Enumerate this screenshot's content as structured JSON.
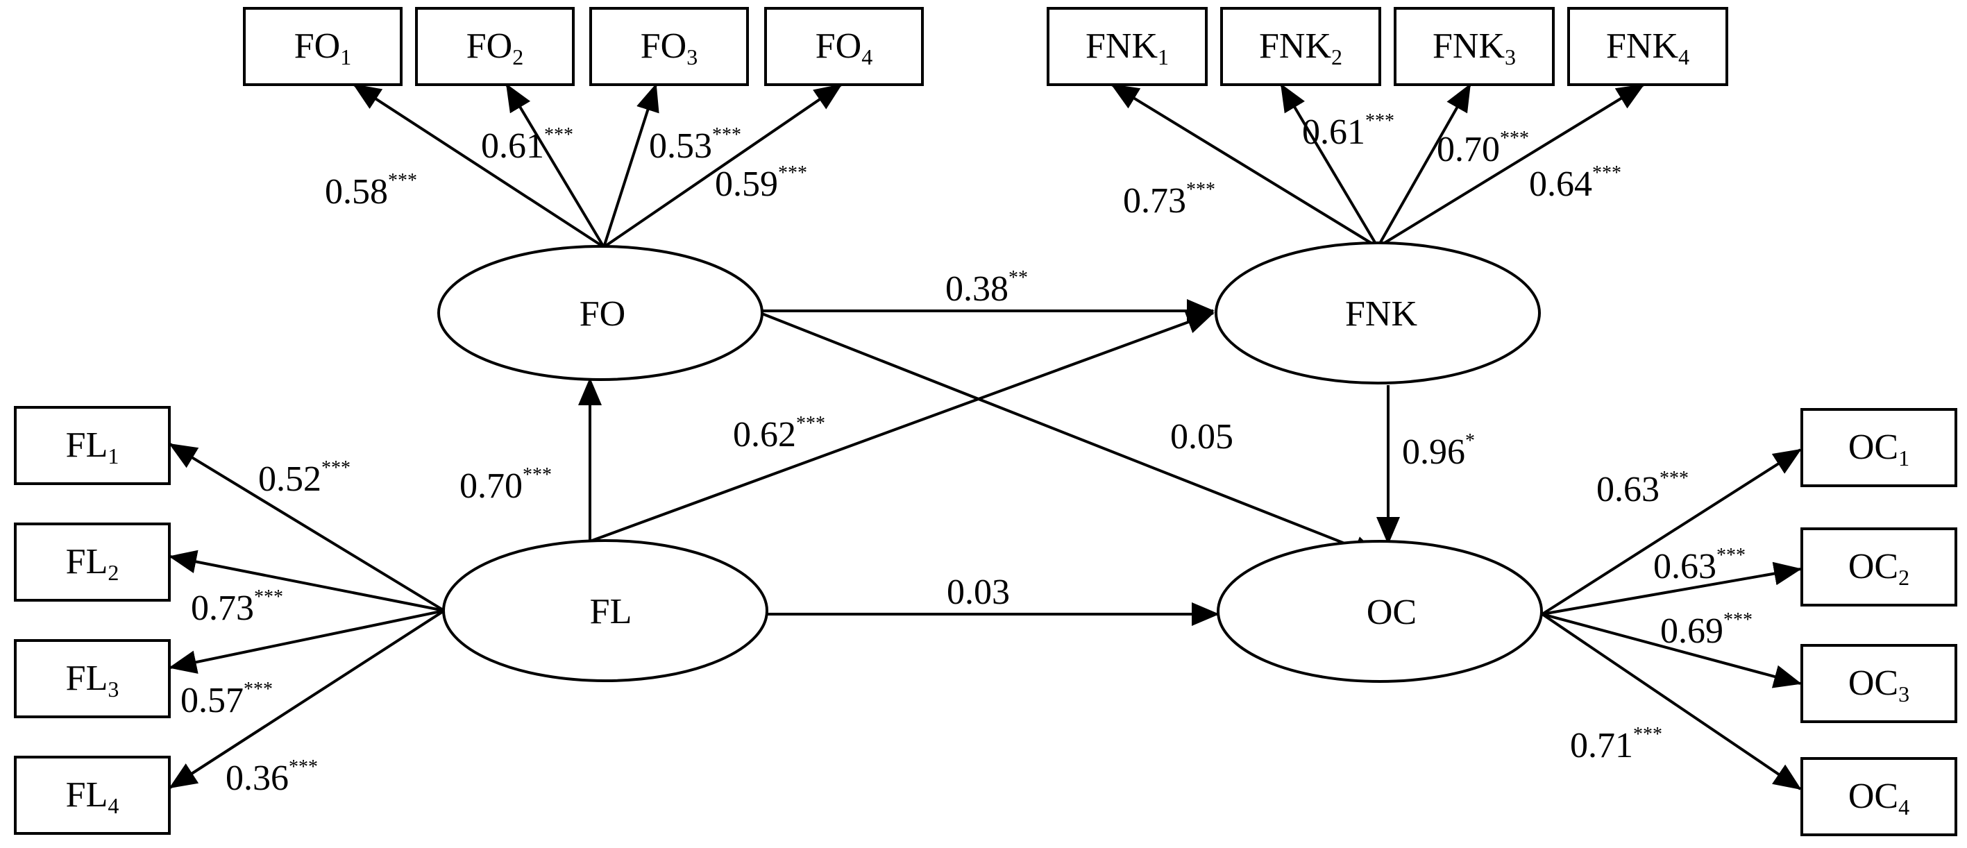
{
  "latent": {
    "fo": "FO",
    "fnk": "FNK",
    "fl": "FL",
    "oc": "OC"
  },
  "indicators": {
    "fo": [
      {
        "base": "FO",
        "sub": "1"
      },
      {
        "base": "FO",
        "sub": "2"
      },
      {
        "base": "FO",
        "sub": "3"
      },
      {
        "base": "FO",
        "sub": "4"
      }
    ],
    "fnk": [
      {
        "base": "FNK",
        "sub": "1"
      },
      {
        "base": "FNK",
        "sub": "2"
      },
      {
        "base": "FNK",
        "sub": "3"
      },
      {
        "base": "FNK",
        "sub": "4"
      }
    ],
    "fl": [
      {
        "base": "FL",
        "sub": "1"
      },
      {
        "base": "FL",
        "sub": "2"
      },
      {
        "base": "FL",
        "sub": "3"
      },
      {
        "base": "FL",
        "sub": "4"
      }
    ],
    "oc": [
      {
        "base": "OC",
        "sub": "1"
      },
      {
        "base": "OC",
        "sub": "2"
      },
      {
        "base": "OC",
        "sub": "3"
      },
      {
        "base": "OC",
        "sub": "4"
      }
    ]
  },
  "loadings": {
    "fo": [
      {
        "value": "0.58",
        "sig": "***"
      },
      {
        "value": "0.61",
        "sig": "***"
      },
      {
        "value": "0.53",
        "sig": "***"
      },
      {
        "value": "0.59",
        "sig": "***"
      }
    ],
    "fnk": [
      {
        "value": "0.73",
        "sig": "***"
      },
      {
        "value": "0.61",
        "sig": "***"
      },
      {
        "value": "0.70",
        "sig": "***"
      },
      {
        "value": "0.64",
        "sig": "***"
      }
    ],
    "fl": [
      {
        "value": "0.52",
        "sig": "***"
      },
      {
        "value": "0.73",
        "sig": "***"
      },
      {
        "value": "0.57",
        "sig": "***"
      },
      {
        "value": "0.36",
        "sig": "***"
      }
    ],
    "oc": [
      {
        "value": "0.63",
        "sig": "***"
      },
      {
        "value": "0.63",
        "sig": "***"
      },
      {
        "value": "0.69",
        "sig": "***"
      },
      {
        "value": "0.71",
        "sig": "***"
      }
    ]
  },
  "paths": {
    "fo_fnk": {
      "value": "0.38",
      "sig": "**"
    },
    "fo_oc": {
      "value": "0.05",
      "sig": ""
    },
    "fl_fo": {
      "value": "0.70",
      "sig": "***"
    },
    "fl_fnk": {
      "value": "0.62",
      "sig": "***"
    },
    "fl_oc": {
      "value": "0.03",
      "sig": ""
    },
    "fnk_oc": {
      "value": "0.96",
      "sig": "*"
    }
  }
}
